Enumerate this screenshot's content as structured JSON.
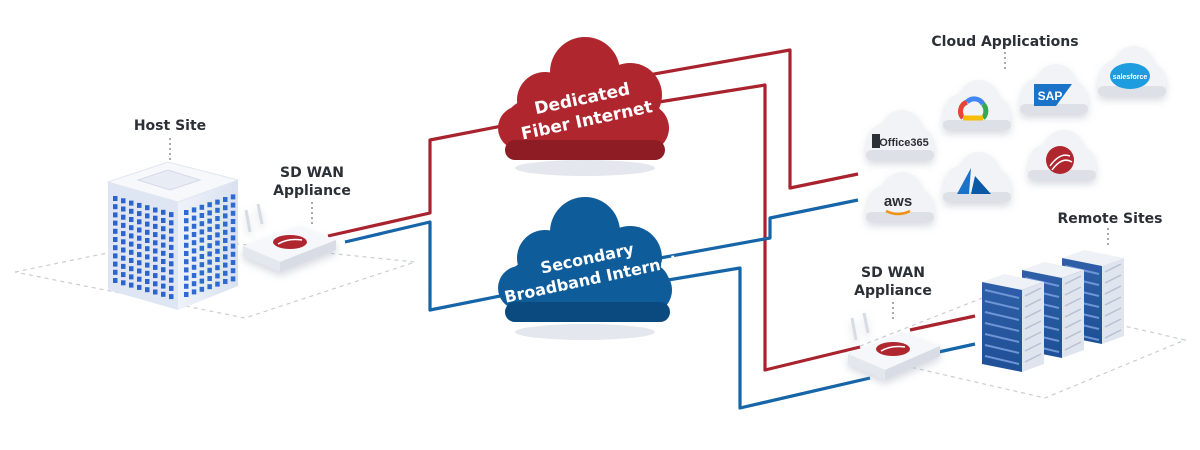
{
  "labels": {
    "host_site": "Host Site",
    "sd_wan_left_line1": "SD WAN",
    "sd_wan_left_line2": "Appliance",
    "sd_wan_right_line1": "SD WAN",
    "sd_wan_right_line2": "Appliance",
    "cloud_applications": "Cloud Applications",
    "remote_sites": "Remote Sites"
  },
  "clouds": {
    "dedicated_line1": "Dedicated",
    "dedicated_line2": "Fiber Internet",
    "secondary_line1": "Secondary",
    "secondary_line2": "Broadband Internet"
  },
  "apps": {
    "office365": "Office365",
    "aws": "aws",
    "sap": "SAP",
    "salesforce": "salesforce"
  },
  "colors": {
    "fiber_link": "#a8232e",
    "broadband_link": "#1565a8",
    "fiber_cloud": "#b0262f",
    "broadband_cloud": "#0f5c9a"
  },
  "icons": [
    "google-cloud-icon",
    "azure-icon",
    "mitel-icon",
    "office365-icon",
    "aws-icon",
    "sap-icon",
    "salesforce-icon"
  ]
}
